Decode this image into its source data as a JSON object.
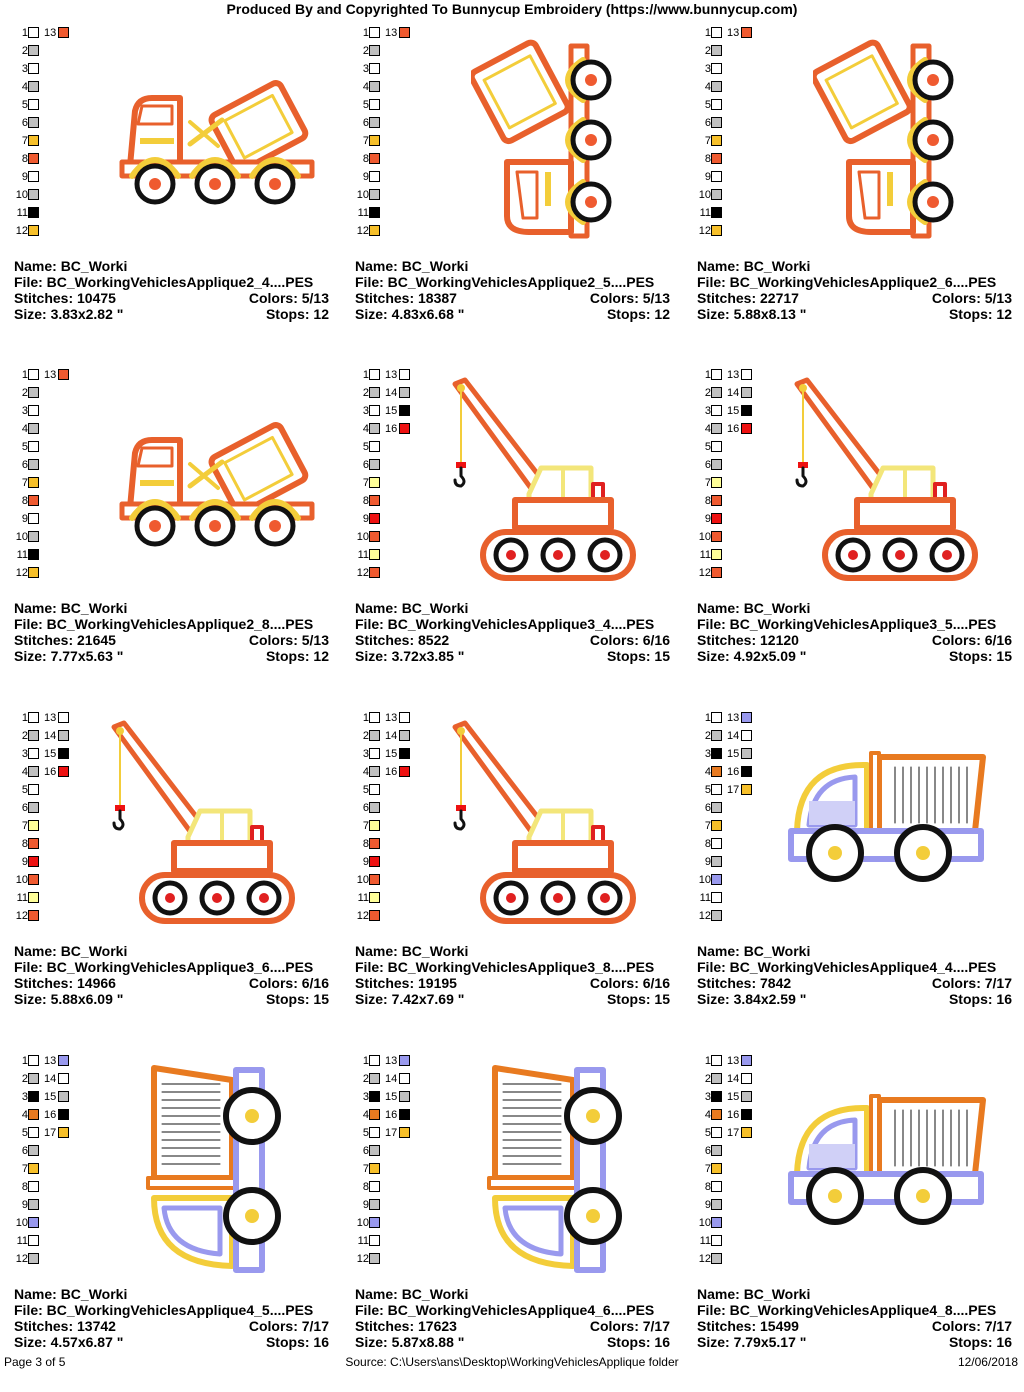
{
  "header": "Produced By and Copyrighted To Bunnycup Embroidery (https://www.bunnycup.com)",
  "footer": {
    "page": "Page 3 of 5",
    "source": "Source: C:\\Users\\ans\\Desktop\\WorkingVehiclesApplique folder",
    "date": "12/06/2018"
  },
  "labels": {
    "name": "Name:",
    "file": "File:",
    "stitches": "Stitches:",
    "colors": "Colors:",
    "size": "Size:",
    "stops": "Stops:"
  },
  "designs": [
    {
      "name": "BC_Worki",
      "file": "BC_WorkingVehiclesApplique2_4....PES",
      "stitches": "10475",
      "colors": "5/13",
      "size": "3.83x2.82 \"",
      "stops": "12",
      "art": "mixer",
      "legend_left": [
        [
          "1",
          "#ffffff"
        ],
        [
          "2",
          "#c0c0c0"
        ],
        [
          "3",
          "#ffffff"
        ],
        [
          "4",
          "#c0c0c0"
        ],
        [
          "5",
          "#ffffff"
        ],
        [
          "6",
          "#c0c0c0"
        ],
        [
          "7",
          "#f7c02a"
        ],
        [
          "8",
          "#ef5a30"
        ],
        [
          "9",
          "#ffffff"
        ],
        [
          "10",
          "#c0c0c0"
        ],
        [
          "11",
          "#000000"
        ],
        [
          "12",
          "#f7c02a"
        ]
      ],
      "legend_right": [
        [
          "13",
          "#ef5a30"
        ]
      ]
    },
    {
      "name": "BC_Worki",
      "file": "BC_WorkingVehiclesApplique2_5....PES",
      "stitches": "18387",
      "colors": "5/13",
      "size": "4.83x6.68 \"",
      "stops": "12",
      "art": "mixer-rot",
      "legend_left": [
        [
          "1",
          "#ffffff"
        ],
        [
          "2",
          "#c0c0c0"
        ],
        [
          "3",
          "#ffffff"
        ],
        [
          "4",
          "#c0c0c0"
        ],
        [
          "5",
          "#ffffff"
        ],
        [
          "6",
          "#c0c0c0"
        ],
        [
          "7",
          "#f7c02a"
        ],
        [
          "8",
          "#ef5a30"
        ],
        [
          "9",
          "#ffffff"
        ],
        [
          "10",
          "#c0c0c0"
        ],
        [
          "11",
          "#000000"
        ],
        [
          "12",
          "#f7c02a"
        ]
      ],
      "legend_right": [
        [
          "13",
          "#ef5a30"
        ]
      ]
    },
    {
      "name": "BC_Worki",
      "file": "BC_WorkingVehiclesApplique2_6....PES",
      "stitches": "22717",
      "colors": "5/13",
      "size": "5.88x8.13 \"",
      "stops": "12",
      "art": "mixer-rot",
      "legend_left": [
        [
          "1",
          "#ffffff"
        ],
        [
          "2",
          "#c0c0c0"
        ],
        [
          "3",
          "#ffffff"
        ],
        [
          "4",
          "#c0c0c0"
        ],
        [
          "5",
          "#ffffff"
        ],
        [
          "6",
          "#c0c0c0"
        ],
        [
          "7",
          "#f7c02a"
        ],
        [
          "8",
          "#ef5a30"
        ],
        [
          "9",
          "#ffffff"
        ],
        [
          "10",
          "#c0c0c0"
        ],
        [
          "11",
          "#000000"
        ],
        [
          "12",
          "#f7c02a"
        ]
      ],
      "legend_right": [
        [
          "13",
          "#ef5a30"
        ]
      ]
    },
    {
      "name": "BC_Worki",
      "file": "BC_WorkingVehiclesApplique2_8....PES",
      "stitches": "21645",
      "colors": "5/13",
      "size": "7.77x5.63 \"",
      "stops": "12",
      "art": "mixer",
      "legend_left": [
        [
          "1",
          "#ffffff"
        ],
        [
          "2",
          "#c0c0c0"
        ],
        [
          "3",
          "#ffffff"
        ],
        [
          "4",
          "#c0c0c0"
        ],
        [
          "5",
          "#ffffff"
        ],
        [
          "6",
          "#c0c0c0"
        ],
        [
          "7",
          "#f7c02a"
        ],
        [
          "8",
          "#ef5a30"
        ],
        [
          "9",
          "#ffffff"
        ],
        [
          "10",
          "#c0c0c0"
        ],
        [
          "11",
          "#000000"
        ],
        [
          "12",
          "#f7c02a"
        ]
      ],
      "legend_right": [
        [
          "13",
          "#ef5a30"
        ]
      ]
    },
    {
      "name": "BC_Worki",
      "file": "BC_WorkingVehiclesApplique3_4....PES",
      "stitches": "8522",
      "colors": "6/16",
      "size": "3.72x3.85 \"",
      "stops": "15",
      "art": "crane",
      "legend_left": [
        [
          "1",
          "#ffffff"
        ],
        [
          "2",
          "#c0c0c0"
        ],
        [
          "3",
          "#ffffff"
        ],
        [
          "4",
          "#c0c0c0"
        ],
        [
          "5",
          "#ffffff"
        ],
        [
          "6",
          "#c0c0c0"
        ],
        [
          "7",
          "#ffff99"
        ],
        [
          "8",
          "#ef5a30"
        ],
        [
          "9",
          "#ee1111"
        ],
        [
          "10",
          "#ef5a30"
        ],
        [
          "11",
          "#ffff99"
        ],
        [
          "12",
          "#ef5a30"
        ]
      ],
      "legend_right": [
        [
          "13",
          "#ffffff"
        ],
        [
          "14",
          "#c0c0c0"
        ],
        [
          "15",
          "#000000"
        ],
        [
          "16",
          "#ee1111"
        ]
      ]
    },
    {
      "name": "BC_Worki",
      "file": "BC_WorkingVehiclesApplique3_5....PES",
      "stitches": "12120",
      "colors": "6/16",
      "size": "4.92x5.09 \"",
      "stops": "15",
      "art": "crane",
      "legend_left": [
        [
          "1",
          "#ffffff"
        ],
        [
          "2",
          "#c0c0c0"
        ],
        [
          "3",
          "#ffffff"
        ],
        [
          "4",
          "#c0c0c0"
        ],
        [
          "5",
          "#ffffff"
        ],
        [
          "6",
          "#c0c0c0"
        ],
        [
          "7",
          "#ffff99"
        ],
        [
          "8",
          "#ef5a30"
        ],
        [
          "9",
          "#ee1111"
        ],
        [
          "10",
          "#ef5a30"
        ],
        [
          "11",
          "#ffff99"
        ],
        [
          "12",
          "#ef5a30"
        ]
      ],
      "legend_right": [
        [
          "13",
          "#ffffff"
        ],
        [
          "14",
          "#c0c0c0"
        ],
        [
          "15",
          "#000000"
        ],
        [
          "16",
          "#ee1111"
        ]
      ]
    },
    {
      "name": "BC_Worki",
      "file": "BC_WorkingVehiclesApplique3_6....PES",
      "stitches": "14966",
      "colors": "6/16",
      "size": "5.88x6.09 \"",
      "stops": "15",
      "art": "crane",
      "legend_left": [
        [
          "1",
          "#ffffff"
        ],
        [
          "2",
          "#c0c0c0"
        ],
        [
          "3",
          "#ffffff"
        ],
        [
          "4",
          "#c0c0c0"
        ],
        [
          "5",
          "#ffffff"
        ],
        [
          "6",
          "#c0c0c0"
        ],
        [
          "7",
          "#ffff99"
        ],
        [
          "8",
          "#ef5a30"
        ],
        [
          "9",
          "#ee1111"
        ],
        [
          "10",
          "#ef5a30"
        ],
        [
          "11",
          "#ffff99"
        ],
        [
          "12",
          "#ef5a30"
        ]
      ],
      "legend_right": [
        [
          "13",
          "#ffffff"
        ],
        [
          "14",
          "#c0c0c0"
        ],
        [
          "15",
          "#000000"
        ],
        [
          "16",
          "#ee1111"
        ]
      ]
    },
    {
      "name": "BC_Worki",
      "file": "BC_WorkingVehiclesApplique3_8....PES",
      "stitches": "19195",
      "colors": "6/16",
      "size": "7.42x7.69 \"",
      "stops": "15",
      "art": "crane",
      "legend_left": [
        [
          "1",
          "#ffffff"
        ],
        [
          "2",
          "#c0c0c0"
        ],
        [
          "3",
          "#ffffff"
        ],
        [
          "4",
          "#c0c0c0"
        ],
        [
          "5",
          "#ffffff"
        ],
        [
          "6",
          "#c0c0c0"
        ],
        [
          "7",
          "#ffff99"
        ],
        [
          "8",
          "#ef5a30"
        ],
        [
          "9",
          "#ee1111"
        ],
        [
          "10",
          "#ef5a30"
        ],
        [
          "11",
          "#ffff99"
        ],
        [
          "12",
          "#ef5a30"
        ]
      ],
      "legend_right": [
        [
          "13",
          "#ffffff"
        ],
        [
          "14",
          "#c0c0c0"
        ],
        [
          "15",
          "#000000"
        ],
        [
          "16",
          "#ee1111"
        ]
      ]
    },
    {
      "name": "BC_Worki",
      "file": "BC_WorkingVehiclesApplique4_4....PES",
      "stitches": "7842",
      "colors": "7/17",
      "size": "3.84x2.59 \"",
      "stops": "16",
      "art": "dump",
      "legend_left": [
        [
          "1",
          "#ffffff"
        ],
        [
          "2",
          "#c0c0c0"
        ],
        [
          "3",
          "#000000"
        ],
        [
          "4",
          "#e87a20"
        ],
        [
          "5",
          "#ffffff"
        ],
        [
          "6",
          "#c0c0c0"
        ],
        [
          "7",
          "#f7c02a"
        ],
        [
          "8",
          "#ffffff"
        ],
        [
          "9",
          "#c0c0c0"
        ],
        [
          "10",
          "#9999ee"
        ],
        [
          "11",
          "#ffffff"
        ],
        [
          "12",
          "#c0c0c0"
        ]
      ],
      "legend_right": [
        [
          "13",
          "#9999ee"
        ],
        [
          "14",
          "#ffffff"
        ],
        [
          "15",
          "#c0c0c0"
        ],
        [
          "16",
          "#000000"
        ],
        [
          "17",
          "#f7c02a"
        ]
      ]
    },
    {
      "name": "BC_Worki",
      "file": "BC_WorkingVehiclesApplique4_5....PES",
      "stitches": "13742",
      "colors": "7/17",
      "size": "4.57x6.87 \"",
      "stops": "16",
      "art": "dump-rot",
      "legend_left": [
        [
          "1",
          "#ffffff"
        ],
        [
          "2",
          "#c0c0c0"
        ],
        [
          "3",
          "#000000"
        ],
        [
          "4",
          "#e87a20"
        ],
        [
          "5",
          "#ffffff"
        ],
        [
          "6",
          "#c0c0c0"
        ],
        [
          "7",
          "#f7c02a"
        ],
        [
          "8",
          "#ffffff"
        ],
        [
          "9",
          "#c0c0c0"
        ],
        [
          "10",
          "#9999ee"
        ],
        [
          "11",
          "#ffffff"
        ],
        [
          "12",
          "#c0c0c0"
        ]
      ],
      "legend_right": [
        [
          "13",
          "#9999ee"
        ],
        [
          "14",
          "#ffffff"
        ],
        [
          "15",
          "#c0c0c0"
        ],
        [
          "16",
          "#000000"
        ],
        [
          "17",
          "#f7c02a"
        ]
      ]
    },
    {
      "name": "BC_Worki",
      "file": "BC_WorkingVehiclesApplique4_6....PES",
      "stitches": "17623",
      "colors": "7/17",
      "size": "5.87x8.88 \"",
      "stops": "16",
      "art": "dump-rot",
      "legend_left": [
        [
          "1",
          "#ffffff"
        ],
        [
          "2",
          "#c0c0c0"
        ],
        [
          "3",
          "#000000"
        ],
        [
          "4",
          "#e87a20"
        ],
        [
          "5",
          "#ffffff"
        ],
        [
          "6",
          "#c0c0c0"
        ],
        [
          "7",
          "#f7c02a"
        ],
        [
          "8",
          "#ffffff"
        ],
        [
          "9",
          "#c0c0c0"
        ],
        [
          "10",
          "#9999ee"
        ],
        [
          "11",
          "#ffffff"
        ],
        [
          "12",
          "#c0c0c0"
        ]
      ],
      "legend_right": [
        [
          "13",
          "#9999ee"
        ],
        [
          "14",
          "#ffffff"
        ],
        [
          "15",
          "#c0c0c0"
        ],
        [
          "16",
          "#000000"
        ],
        [
          "17",
          "#f7c02a"
        ]
      ]
    },
    {
      "name": "BC_Worki",
      "file": "BC_WorkingVehiclesApplique4_8....PES",
      "stitches": "15499",
      "colors": "7/17",
      "size": "7.79x5.17 \"",
      "stops": "16",
      "art": "dump",
      "legend_left": [
        [
          "1",
          "#ffffff"
        ],
        [
          "2",
          "#c0c0c0"
        ],
        [
          "3",
          "#000000"
        ],
        [
          "4",
          "#e87a20"
        ],
        [
          "5",
          "#ffffff"
        ],
        [
          "6",
          "#c0c0c0"
        ],
        [
          "7",
          "#f7c02a"
        ],
        [
          "8",
          "#ffffff"
        ],
        [
          "9",
          "#c0c0c0"
        ],
        [
          "10",
          "#9999ee"
        ],
        [
          "11",
          "#ffffff"
        ],
        [
          "12",
          "#c0c0c0"
        ]
      ],
      "legend_right": [
        [
          "13",
          "#9999ee"
        ],
        [
          "14",
          "#ffffff"
        ],
        [
          "15",
          "#c0c0c0"
        ],
        [
          "16",
          "#000000"
        ],
        [
          "17",
          "#f7c02a"
        ]
      ]
    }
  ]
}
